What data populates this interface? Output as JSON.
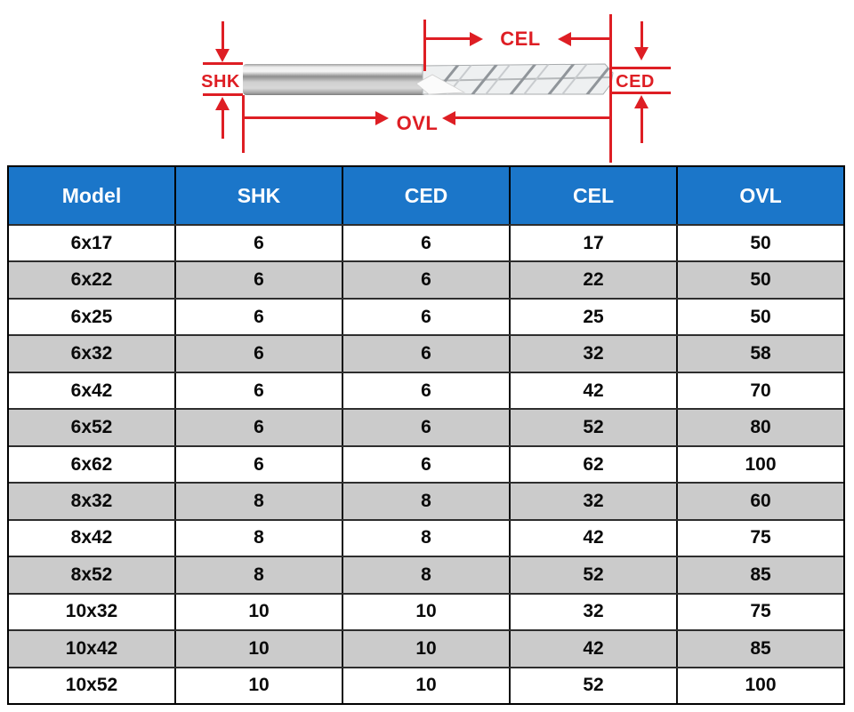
{
  "colors": {
    "dimension_red": "#DE1E24",
    "header_blue": "#1B76C9",
    "row_alt_gray": "#CBCBCB",
    "border_black": "#000000"
  },
  "diagram": {
    "labels": {
      "shk": "SHK",
      "ced": "CED",
      "cel": "CEL",
      "ovl": "OVL"
    }
  },
  "table": {
    "columns": [
      "Model",
      "SHK",
      "CED",
      "CEL",
      "OVL"
    ],
    "rows": [
      [
        "6x17",
        "6",
        "6",
        "17",
        "50"
      ],
      [
        "6x22",
        "6",
        "6",
        "22",
        "50"
      ],
      [
        "6x25",
        "6",
        "6",
        "25",
        "50"
      ],
      [
        "6x32",
        "6",
        "6",
        "32",
        "58"
      ],
      [
        "6x42",
        "6",
        "6",
        "42",
        "70"
      ],
      [
        "6x52",
        "6",
        "6",
        "52",
        "80"
      ],
      [
        "6x62",
        "6",
        "6",
        "62",
        "100"
      ],
      [
        "8x32",
        "8",
        "8",
        "32",
        "60"
      ],
      [
        "8x42",
        "8",
        "8",
        "42",
        "75"
      ],
      [
        "8x52",
        "8",
        "8",
        "52",
        "85"
      ],
      [
        "10x32",
        "10",
        "10",
        "32",
        "75"
      ],
      [
        "10x42",
        "10",
        "10",
        "42",
        "85"
      ],
      [
        "10x52",
        "10",
        "10",
        "52",
        "100"
      ]
    ]
  }
}
